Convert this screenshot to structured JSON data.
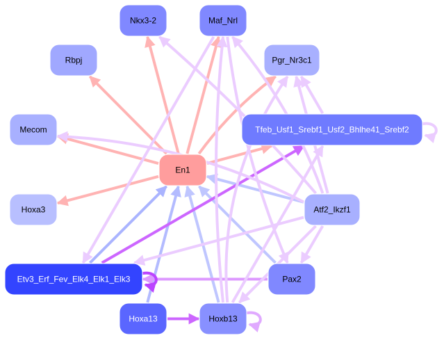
{
  "title": "Gene regulatory network",
  "legend_colors": {
    "edge_pink": "#ffb3b3",
    "edge_light_purple": "#ebccff",
    "edge_purple": "#cc66ff",
    "edge_blue": "#b3bdff",
    "edge_light_blue": "#c5cbff"
  },
  "nodes": [
    {
      "id": "Nkx3-2",
      "label": "Nkx3-2",
      "fill": "#8088ff",
      "text": "#000000"
    },
    {
      "id": "Maf_Nrl",
      "label": "Maf_Nrl",
      "fill": "#8088ff",
      "text": "#000000"
    },
    {
      "id": "Rbpj",
      "label": "Rbpj",
      "fill": "#a0a8ff",
      "text": "#000000"
    },
    {
      "id": "Pgr_Nr3c1",
      "label": "Pgr_Nr3c1",
      "fill": "#a8b0ff",
      "text": "#000000"
    },
    {
      "id": "Mecom",
      "label": "Mecom",
      "fill": "#a8b0ff",
      "text": "#000000"
    },
    {
      "id": "Tfeb",
      "label": "Tfeb_Usf1_Srebf1_Usf2_Bhlhe41_Srebf2",
      "fill": "#6f7bff",
      "text": "#ffffff"
    },
    {
      "id": "En1",
      "label": "En1",
      "fill": "#ff9d9d",
      "text": "#000000"
    },
    {
      "id": "Hoxa3",
      "label": "Hoxa3",
      "fill": "#b8bfff",
      "text": "#000000"
    },
    {
      "id": "Atf2_Ikzf1",
      "label": "Atf2_Ikzf1",
      "fill": "#a8b0ff",
      "text": "#000000"
    },
    {
      "id": "Etv3",
      "label": "Etv3_Erf_Fev_Elk4_Elk1_Elk3",
      "fill": "#3344ff",
      "text": "#ffffff"
    },
    {
      "id": "Pax2",
      "label": "Pax2",
      "fill": "#8088ff",
      "text": "#000000"
    },
    {
      "id": "Hoxa13",
      "label": "Hoxa13",
      "fill": "#5a66ff",
      "text": "#ffffff"
    },
    {
      "id": "Hoxb13",
      "label": "Hoxb13",
      "fill": "#8890ff",
      "text": "#000000"
    }
  ],
  "edges": [
    {
      "from": "En1",
      "to": "Nkx3-2",
      "color": "#ffb3b3"
    },
    {
      "from": "En1",
      "to": "Maf_Nrl",
      "color": "#ffb3b3"
    },
    {
      "from": "En1",
      "to": "Rbpj",
      "color": "#ffb3b3"
    },
    {
      "from": "En1",
      "to": "Pgr_Nr3c1",
      "color": "#ffb3b3"
    },
    {
      "from": "En1",
      "to": "Mecom",
      "color": "#ffb3b3"
    },
    {
      "from": "En1",
      "to": "Tfeb",
      "color": "#ffb3b3"
    },
    {
      "from": "En1",
      "to": "Hoxa3",
      "color": "#ffb3b3"
    },
    {
      "from": "Etv3",
      "to": "En1",
      "color": "#aab4ff"
    },
    {
      "from": "Hoxa13",
      "to": "En1",
      "color": "#b3bbff"
    },
    {
      "from": "Hoxb13",
      "to": "En1",
      "color": "#bfc6ff"
    },
    {
      "from": "Pax2",
      "to": "En1",
      "color": "#bfc6ff"
    },
    {
      "from": "Atf2_Ikzf1",
      "to": "En1",
      "color": "#bfc6ff"
    },
    {
      "from": "Etv3",
      "to": "Tfeb",
      "color": "#cc66ff"
    },
    {
      "from": "Hoxa13",
      "to": "Hoxb13",
      "color": "#cc66ff"
    },
    {
      "from": "Pax2",
      "to": "Etv3",
      "color": "#dd99ff"
    },
    {
      "from": "Etv3",
      "to": "Etv3",
      "color": "#bb44ff"
    },
    {
      "from": "Tfeb",
      "to": "Tfeb",
      "color": "#ebccff"
    },
    {
      "from": "Hoxb13",
      "to": "Hoxb13",
      "color": "#e0aaff"
    },
    {
      "from": "Maf_Nrl",
      "to": "Etv3",
      "color": "#ebccff"
    },
    {
      "from": "Atf2_Ikzf1",
      "to": "Nkx3-2",
      "color": "#ebccff"
    },
    {
      "from": "Atf2_Ikzf1",
      "to": "Mecom",
      "color": "#ebccff"
    },
    {
      "from": "Atf2_Ikzf1",
      "to": "Maf_Nrl",
      "color": "#ebccff"
    },
    {
      "from": "Atf2_Ikzf1",
      "to": "Pgr_Nr3c1",
      "color": "#ebccff"
    },
    {
      "from": "Atf2_Ikzf1",
      "to": "Etv3",
      "color": "#ebccff"
    },
    {
      "from": "Atf2_Ikzf1",
      "to": "Pax2",
      "color": "#ebccff"
    },
    {
      "from": "Atf2_Ikzf1",
      "to": "Hoxb13",
      "color": "#ebccff"
    },
    {
      "from": "Tfeb",
      "to": "Pgr_Nr3c1",
      "color": "#ebccff"
    },
    {
      "from": "Hoxb13",
      "to": "Tfeb",
      "color": "#ebccff"
    },
    {
      "from": "Maf_Nrl",
      "to": "Pax2",
      "color": "#ebccff"
    },
    {
      "from": "Hoxb13",
      "to": "Maf_Nrl",
      "color": "#ebccff"
    },
    {
      "from": "Hoxb13",
      "to": "Pgr_Nr3c1",
      "color": "#ebccff"
    }
  ]
}
